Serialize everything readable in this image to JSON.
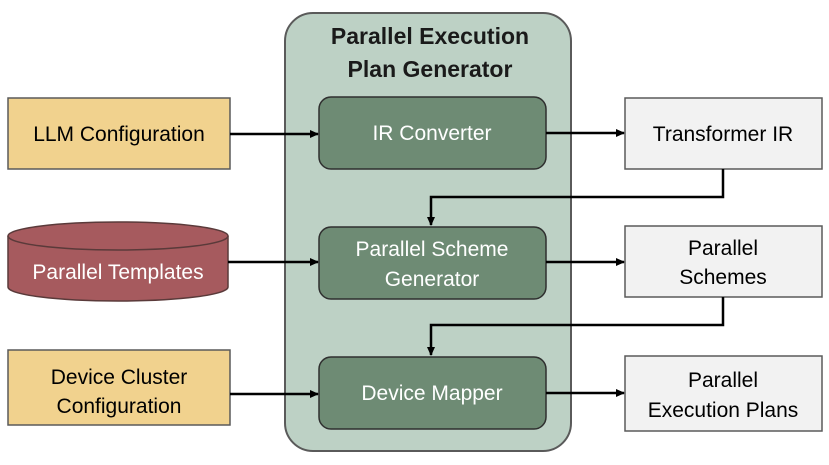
{
  "container": {
    "title_line1": "Parallel Execution",
    "title_line2": "Plan Generator"
  },
  "inputs": {
    "llm_config": "LLM Configuration",
    "templates": "Parallel Templates",
    "device_cluster_line1": "Device Cluster",
    "device_cluster_line2": "Configuration"
  },
  "stages": {
    "ir_converter": "IR Converter",
    "scheme_generator_line1": "Parallel Scheme",
    "scheme_generator_line2": "Generator",
    "device_mapper": "Device Mapper"
  },
  "outputs": {
    "transformer_ir": "Transformer IR",
    "schemes_line1": "Parallel",
    "schemes_line2": "Schemes",
    "plans_line1": "Parallel",
    "plans_line2": "Execution Plans"
  },
  "colors": {
    "container_fill": "#bdd1c5",
    "container_stroke": "#5a5a5a",
    "stage_fill": "#6e8b74",
    "stage_stroke": "#2f2f2f",
    "config_fill": "#f1d28e",
    "database_fill": "#a65a5e",
    "output_fill": "#f2f2f2",
    "arrow": "#000000"
  }
}
